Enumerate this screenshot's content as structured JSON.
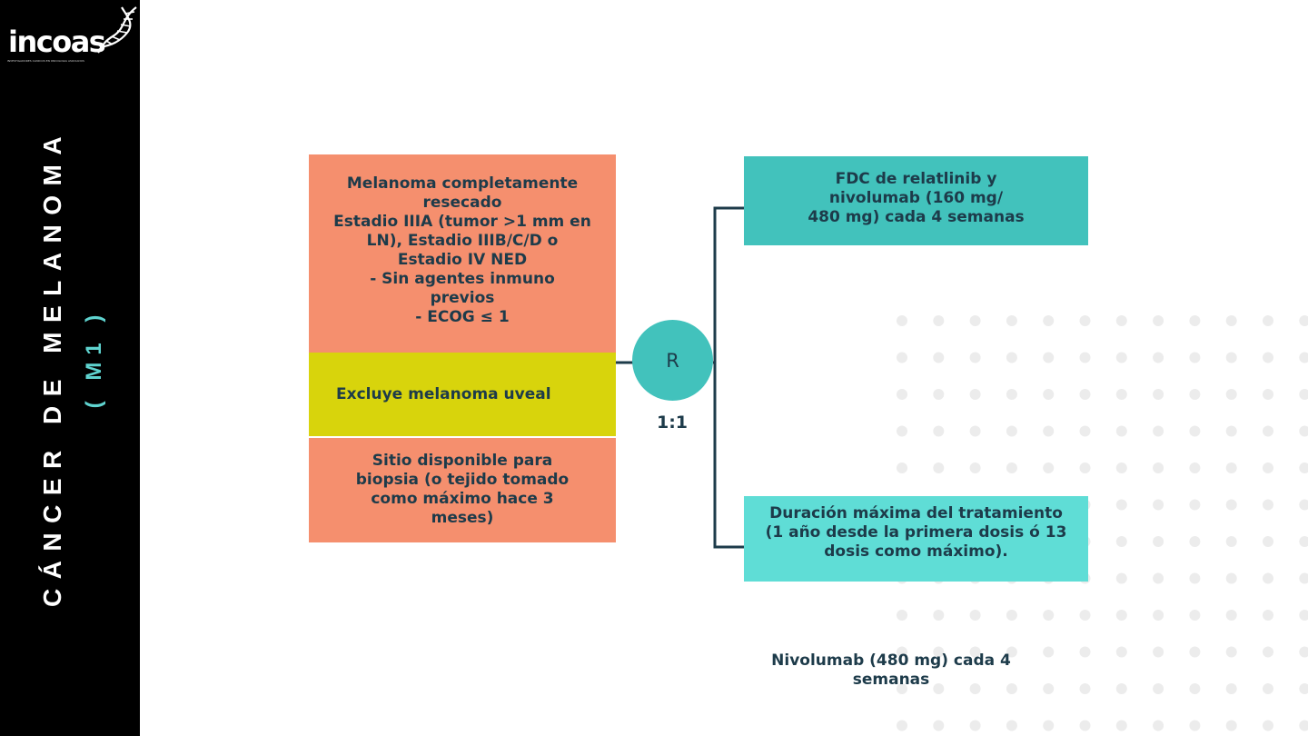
{
  "brand": {
    "logo_text": "incoas",
    "logo_subtitle": "INVESTIGADORES CLÍNICOS EN ONCOLOGÍA ASOCIADOS",
    "icon": "dna-helix-icon"
  },
  "sidebar": {
    "title": "CÁNCER DE MELANOMA",
    "subtitle": "( M1 )"
  },
  "diagram": {
    "inclusion": "Melanoma completamente\nresecado\nEstadio IIIA (tumor >1 mm en\nLN), Estadio IIIB/C/D o\nEstadio IV NED\n- Sin agentes inmuno\nprevios\n- ECOG ≤ 1",
    "exclusion": "Excluye melanoma uveal",
    "biopsy": "Sitio disponible para\nbiopsia (o tejido tomado\ncomo máximo hace 3\nmeses)",
    "randomization": "R",
    "ratio": "1:1",
    "arm_experimental": "FDC de relatlinib y\nnivolumab (160 mg/\n480 mg) cada 4 semanas",
    "duration": "Duración máxima del tratamiento\n(1 año desde la primera dosis ó 13\ndosis como máximo).",
    "arm_control": "Nivolumab (480 mg) cada 4\nsemanas"
  },
  "colors": {
    "sidebar_bg": "#000000",
    "salmon": "#f58f6e",
    "yellow": "#d8d40c",
    "teal": "#42c2bc",
    "light_teal": "#5fddd6",
    "text_dark": "#1d3b4a",
    "dot_gray": "#ececec"
  }
}
